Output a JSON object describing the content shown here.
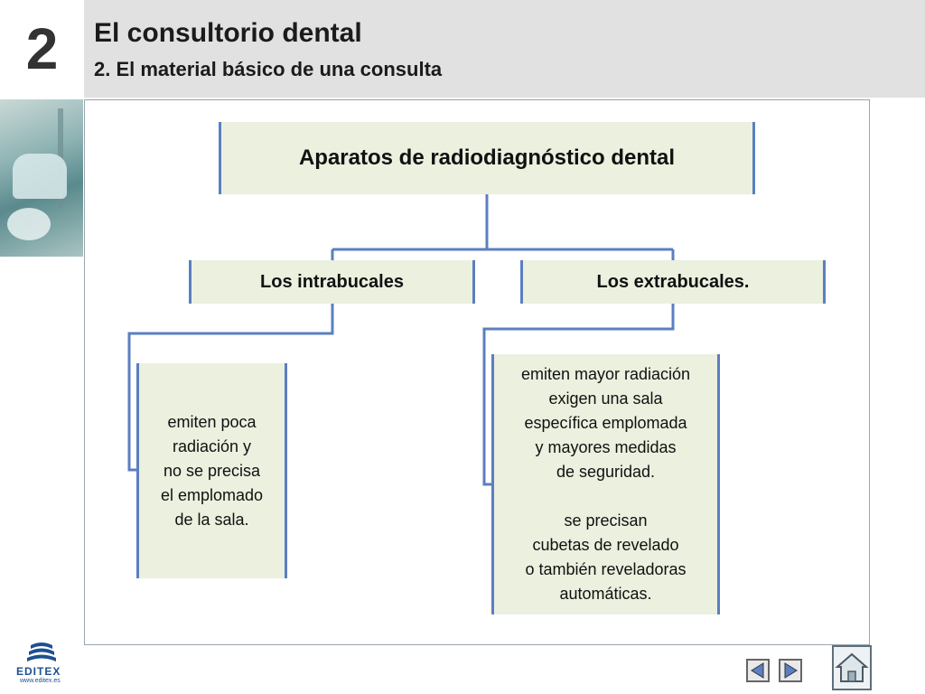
{
  "header": {
    "chapter_number": "2",
    "title": "El consultorio dental",
    "subtitle": "2. El material básico de una consulta"
  },
  "diagram": {
    "root": "Aparatos de radiodiagnóstico dental",
    "branches": [
      {
        "label": "Los intrabucales",
        "detail": "emiten poca\nradiación y\nno se precisa\nel emplomado\nde la sala."
      },
      {
        "label": "Los extrabucales.",
        "detail": "emiten mayor radiación\nexigen una sala\nespecífica  emplomada\n y mayores medidas\nde seguridad.\n\nse precisan\ncubetas de revelado\no también reveladoras\nautomáticas."
      }
    ]
  },
  "footer": {
    "brand": "EDITEX",
    "url": "www.editex.es",
    "icons": [
      "previous-arrow-icon",
      "next-arrow-icon",
      "home-icon"
    ]
  },
  "colors": {
    "header_bg": "#e1e1e1",
    "box_fill": "#ebf0df",
    "box_border": "#5b7fc0",
    "brand_blue": "#1d4f91"
  }
}
